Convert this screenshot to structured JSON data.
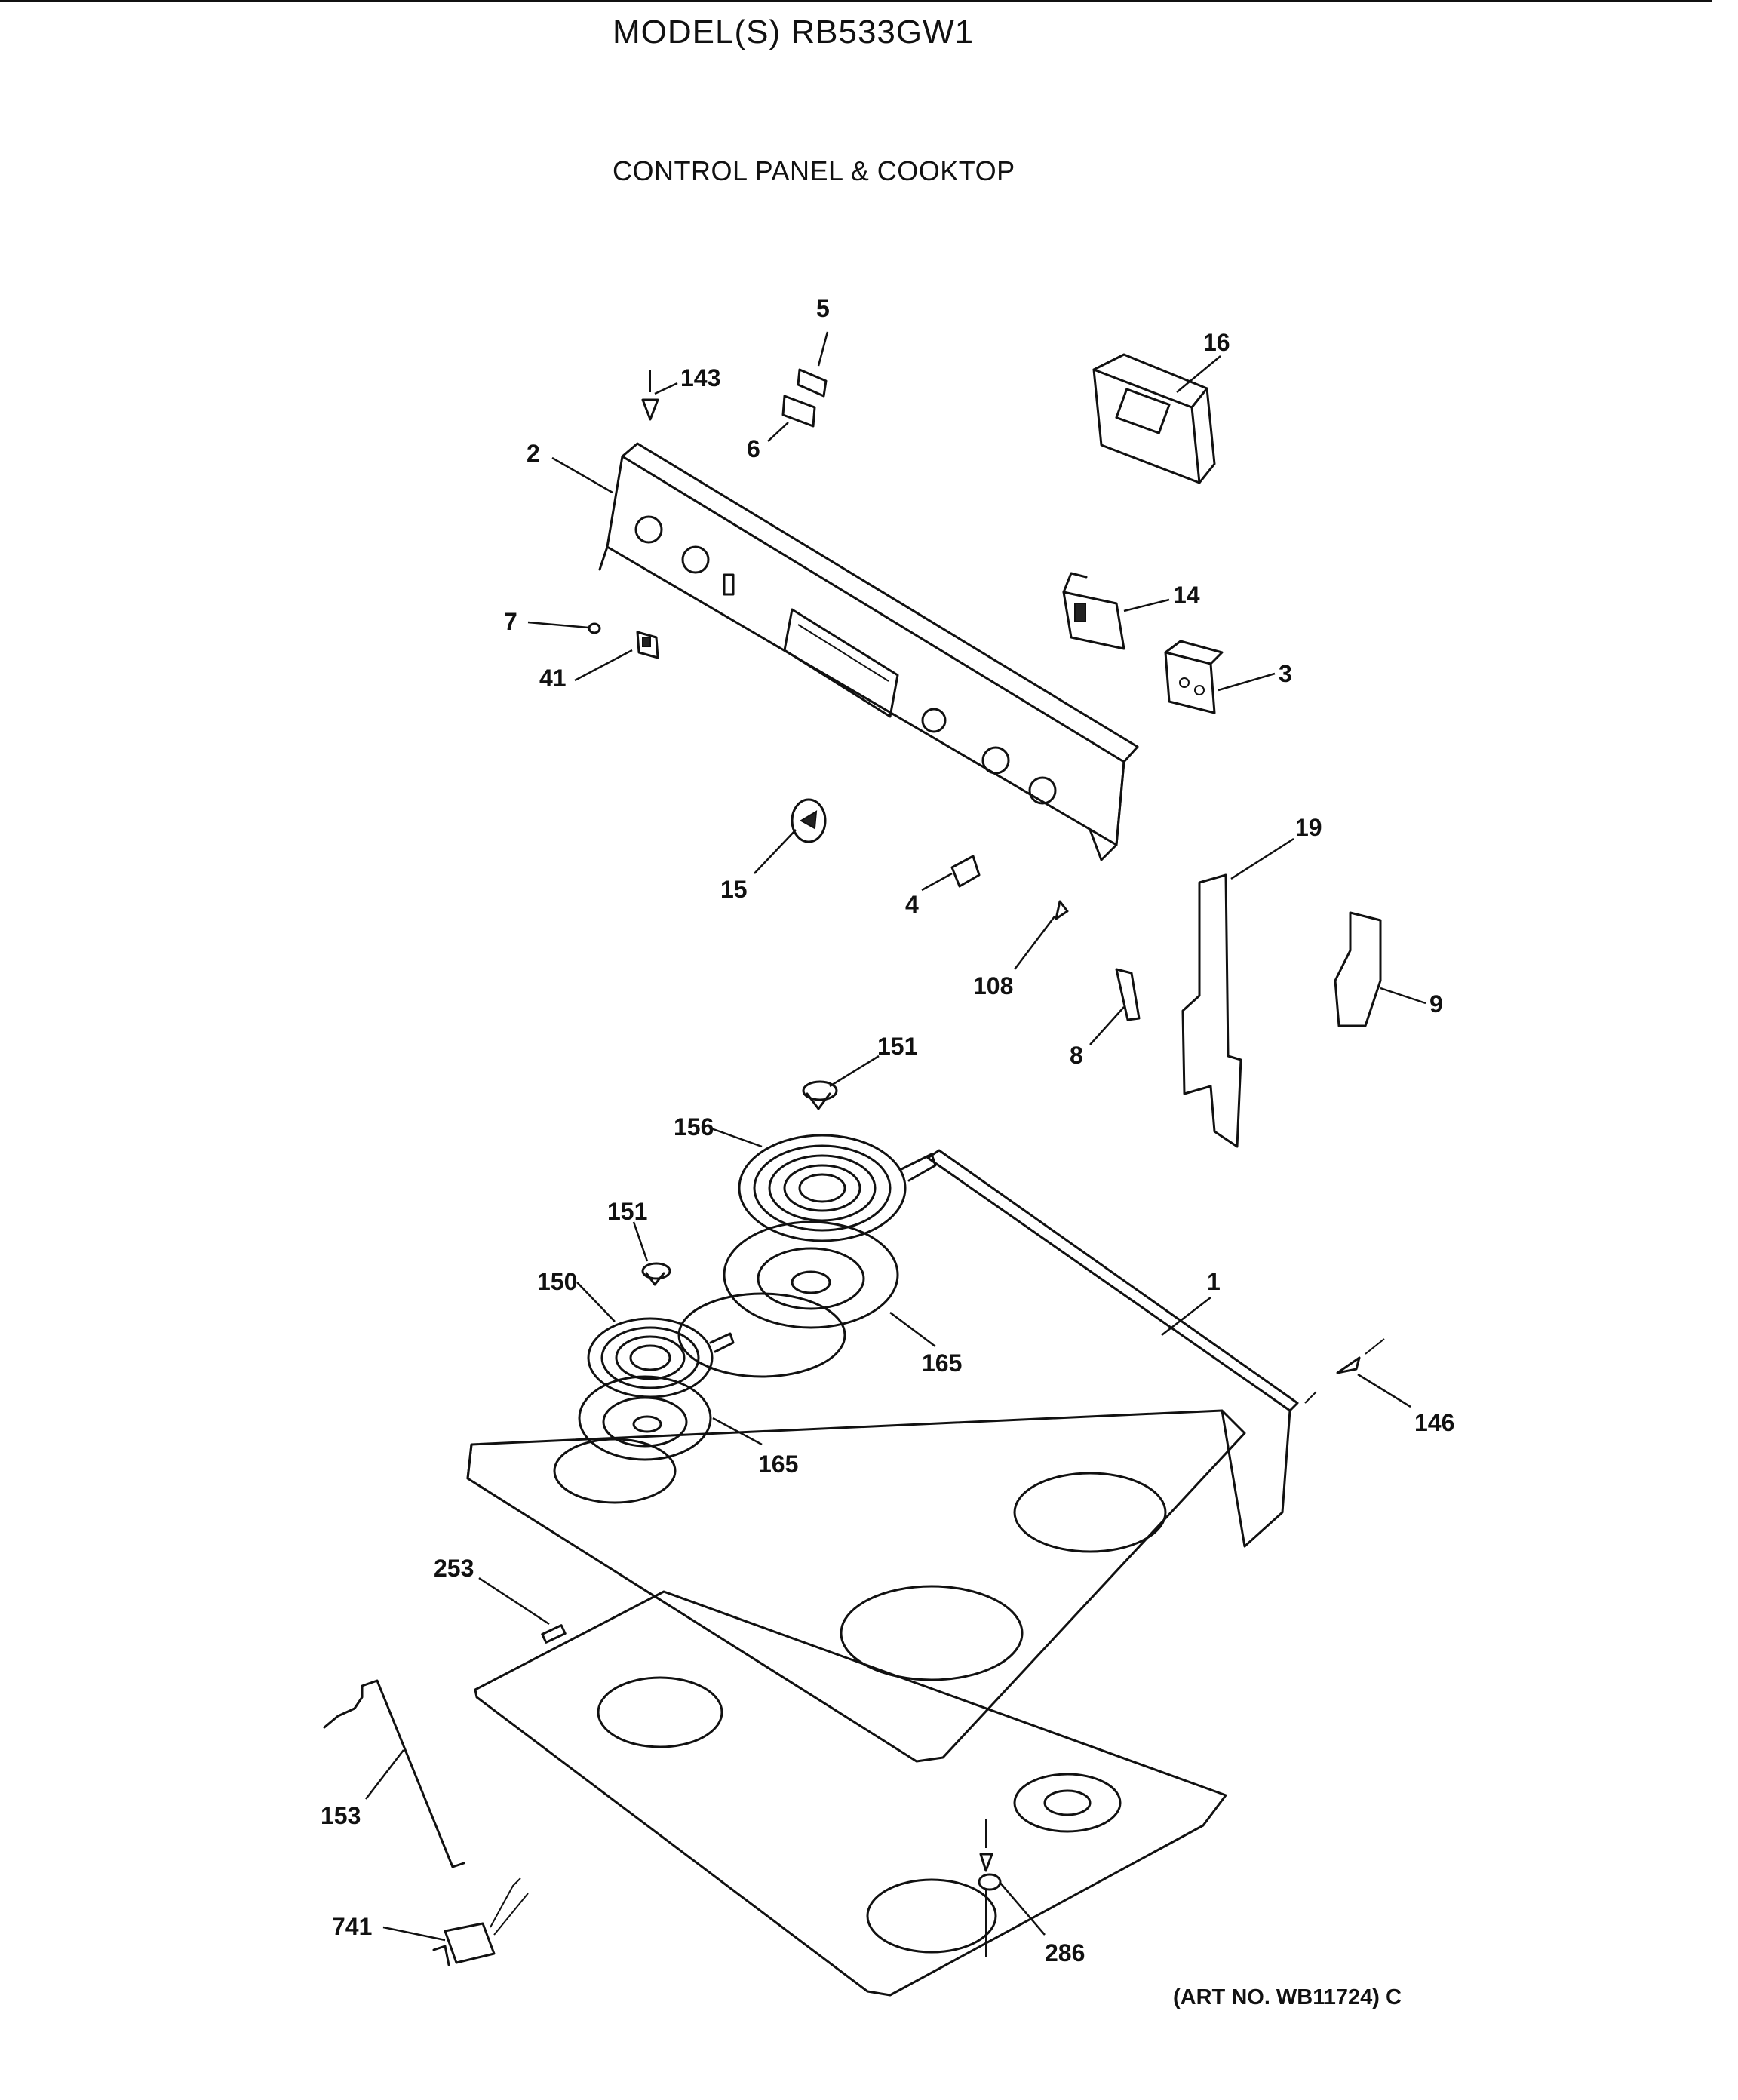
{
  "header": {
    "title": "MODEL(S) RB533GW1",
    "section": "CONTROL PANEL & COOKTOP"
  },
  "footer": {
    "art_number": "(ART NO. WB11724) C"
  },
  "callouts": {
    "c1": "1",
    "c2": "2",
    "c3": "3",
    "c4": "4",
    "c5": "5",
    "c6": "6",
    "c7": "7",
    "c8": "8",
    "c9": "9",
    "c14": "14",
    "c15": "15",
    "c16": "16",
    "c19": "19",
    "c41": "41",
    "c108": "108",
    "c143": "143",
    "c146": "146",
    "c150": "150",
    "c151a": "151",
    "c151b": "151",
    "c153": "153",
    "c156": "156",
    "c165a": "165",
    "c165b": "165",
    "c253": "253",
    "c286": "286",
    "c741": "741"
  }
}
